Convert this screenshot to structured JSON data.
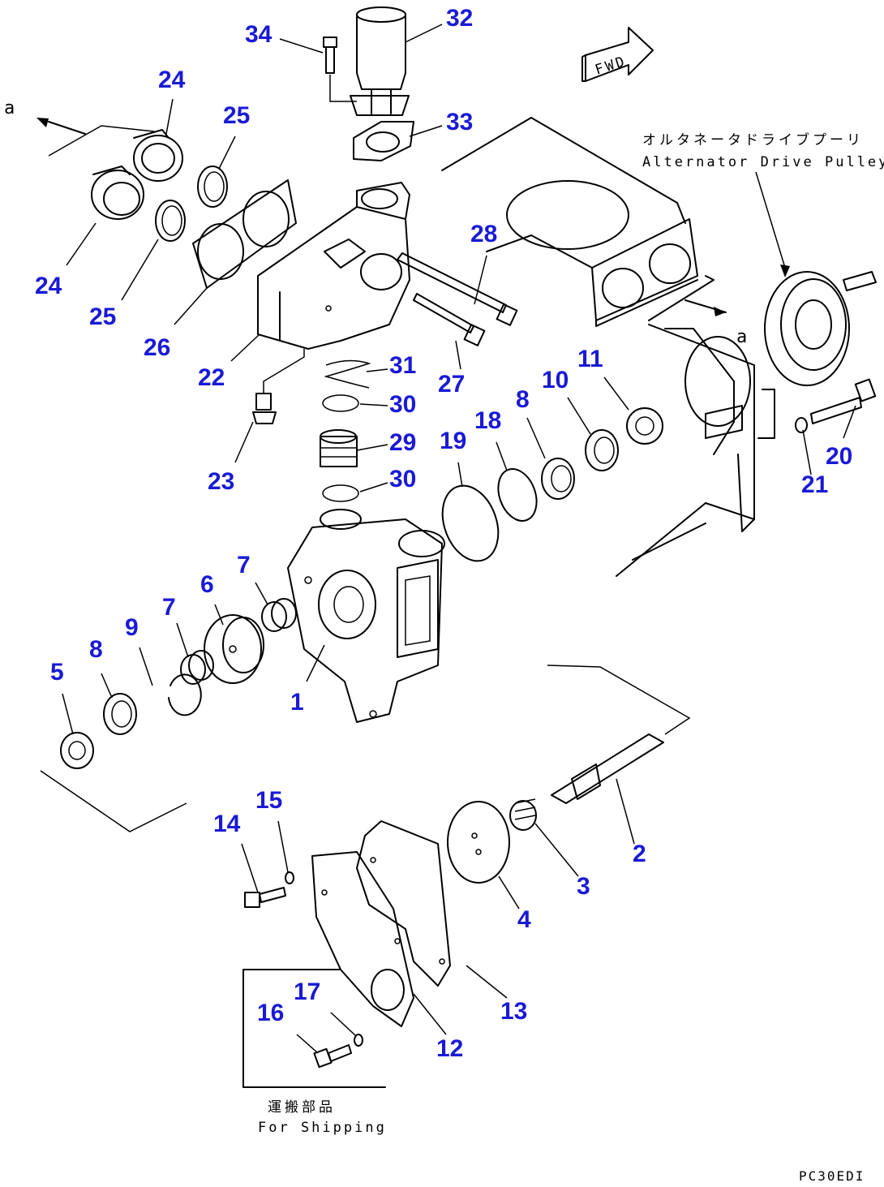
{
  "labels": {
    "fwd": "FWD",
    "arrow_a_left": "a",
    "arrow_a_right": "a",
    "alternator_jp": "オルタネータドライブプーリ",
    "alternator_en": "Alternator Drive Pulley",
    "shipping_jp": "運搬部品",
    "shipping_en": "For Shipping",
    "drawing_code": "PC30EDI"
  },
  "callouts": [
    "34",
    "32",
    "33",
    "24",
    "25",
    "24",
    "25",
    "26",
    "22",
    "23",
    "28",
    "27",
    "31",
    "30",
    "29",
    "30",
    "19",
    "18",
    "8",
    "10",
    "11",
    "20",
    "21",
    "7",
    "6",
    "7",
    "9",
    "8",
    "5",
    "1",
    "2",
    "3",
    "4",
    "14",
    "15",
    "13",
    "12",
    "16",
    "17"
  ],
  "colors": {
    "callout": "#1a1ad6",
    "line": "#000000",
    "background": "#ffffff"
  }
}
